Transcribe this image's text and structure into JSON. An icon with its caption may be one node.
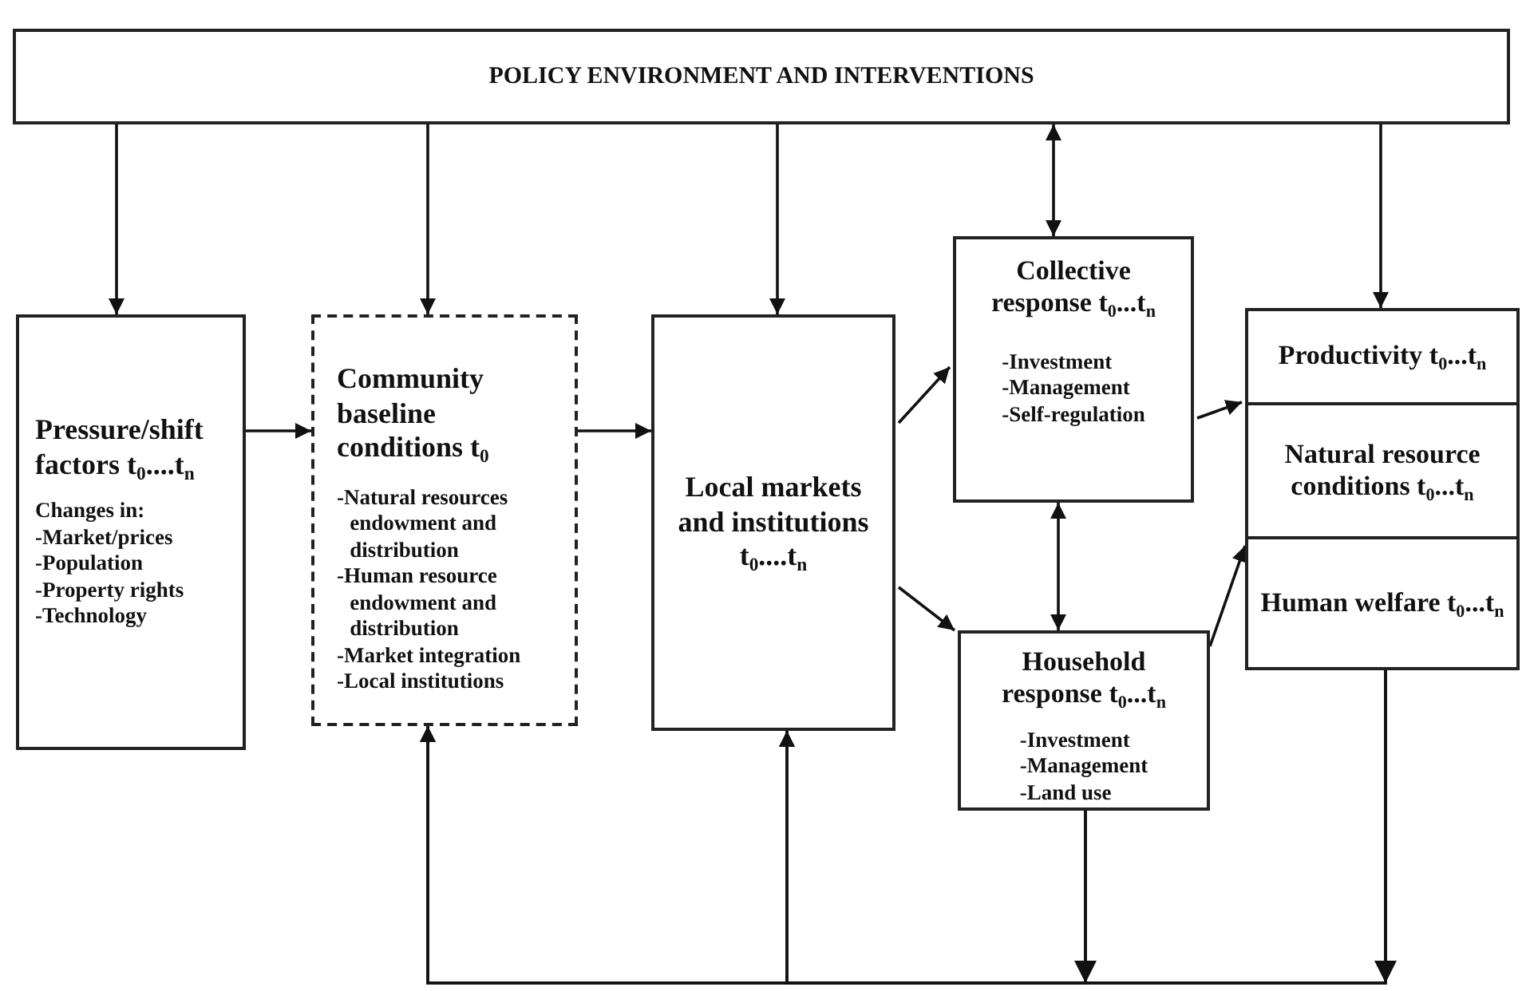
{
  "diagram": {
    "nodes": [
      {
        "text": [
          "POLICY ENVIRONMENT AND INTERVENTIONS"
        ]
      },
      {
        "text": [
          "Pressure/shift factors t$_{0}$....t$_{n}$",
          "Changes in:",
          "-Market/prices",
          "-Population",
          "-Property rights",
          "-Technology"
        ]
      },
      {
        "text": [
          "Community baseline conditions t$_{0}$",
          "-Natural resources endowment and distribution",
          "-Human resource endowment and distribution",
          "-Market integration",
          "-Local institutions"
        ]
      },
      {
        "text": [
          "Local markets and institutions t$_{0}$....t$_{n}$"
        ]
      },
      {
        "text": [
          "Collective response t$_{0}$...t$_{n}$",
          "-Investment",
          "-Management",
          "-Self-regulation"
        ]
      },
      {
        "text": [
          "Household response t$_{0}$...t$_{n}$",
          "-Investment",
          "-Management",
          "-Land use"
        ]
      },
      {
        "text": [
          "Productivity t$_{0}$...t$_{n}$"
        ]
      },
      {
        "text": [
          "Natural resource conditions t$_{0}$...t$_{n}$"
        ]
      },
      {
        "text": [
          "Human welfare t$_{0}$...t$_{n}$"
        ]
      }
    ],
    "edges": [
      {
        "from": 0,
        "to": 1,
        "arrow": "to"
      },
      {
        "from": 0,
        "to": 2,
        "arrow": "to"
      },
      {
        "from": 0,
        "to": 3,
        "arrow": "to"
      },
      {
        "from": 0,
        "to": 4,
        "arrow": "both"
      },
      {
        "from": 0,
        "to": 6,
        "arrow": "to"
      },
      {
        "from": 1,
        "to": 2,
        "arrow": "to"
      },
      {
        "from": 2,
        "to": 3,
        "arrow": "to"
      },
      {
        "from": 3,
        "to": 4,
        "arrow": "to"
      },
      {
        "from": 3,
        "to": 5,
        "arrow": "to"
      },
      {
        "from": 4,
        "to": 5,
        "arrow": "both"
      },
      {
        "from": 4,
        "to": 6,
        "arrow": "to"
      },
      {
        "from": 5,
        "to": 8,
        "arrow": "to"
      },
      {
        "from": 5,
        "to": 2,
        "arrow": "to"
      },
      {
        "from": 5,
        "to": 3,
        "arrow": "to"
      },
      {
        "from": 8,
        "to": 2,
        "arrow": "to"
      },
      {
        "from": 8,
        "to": 3,
        "arrow": "to"
      }
    ]
  }
}
